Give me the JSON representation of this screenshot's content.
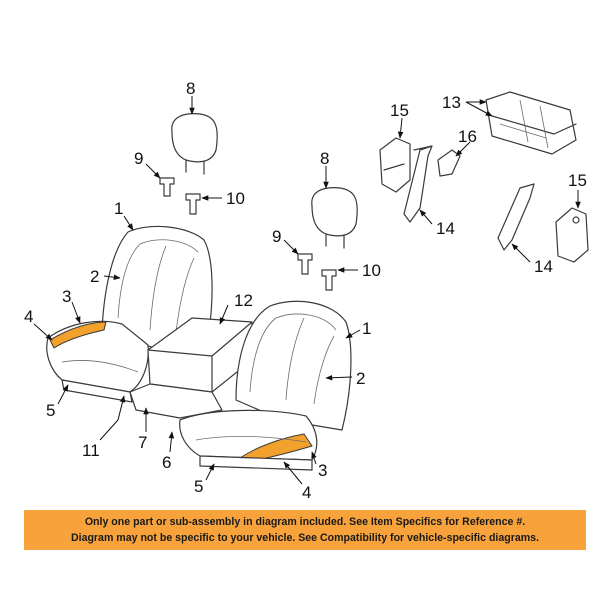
{
  "callouts": {
    "c1": "1",
    "c2": "2",
    "c3": "3",
    "c4": "4",
    "c5": "5",
    "c6": "6",
    "c7": "7",
    "c8": "8",
    "c9": "9",
    "c10": "10",
    "c11": "11",
    "c12": "12",
    "c13": "13",
    "c14": "14",
    "c15": "15",
    "c16": "16"
  },
  "notice": {
    "line1": "Only one part or sub-assembly in diagram included. See Item Specifics for Reference #.",
    "line2": "Diagram may not be specific to your vehicle. See Compatibility for vehicle-specific diagrams."
  },
  "colors": {
    "highlight": "#f2a12d",
    "banner": "#f7a23a"
  }
}
